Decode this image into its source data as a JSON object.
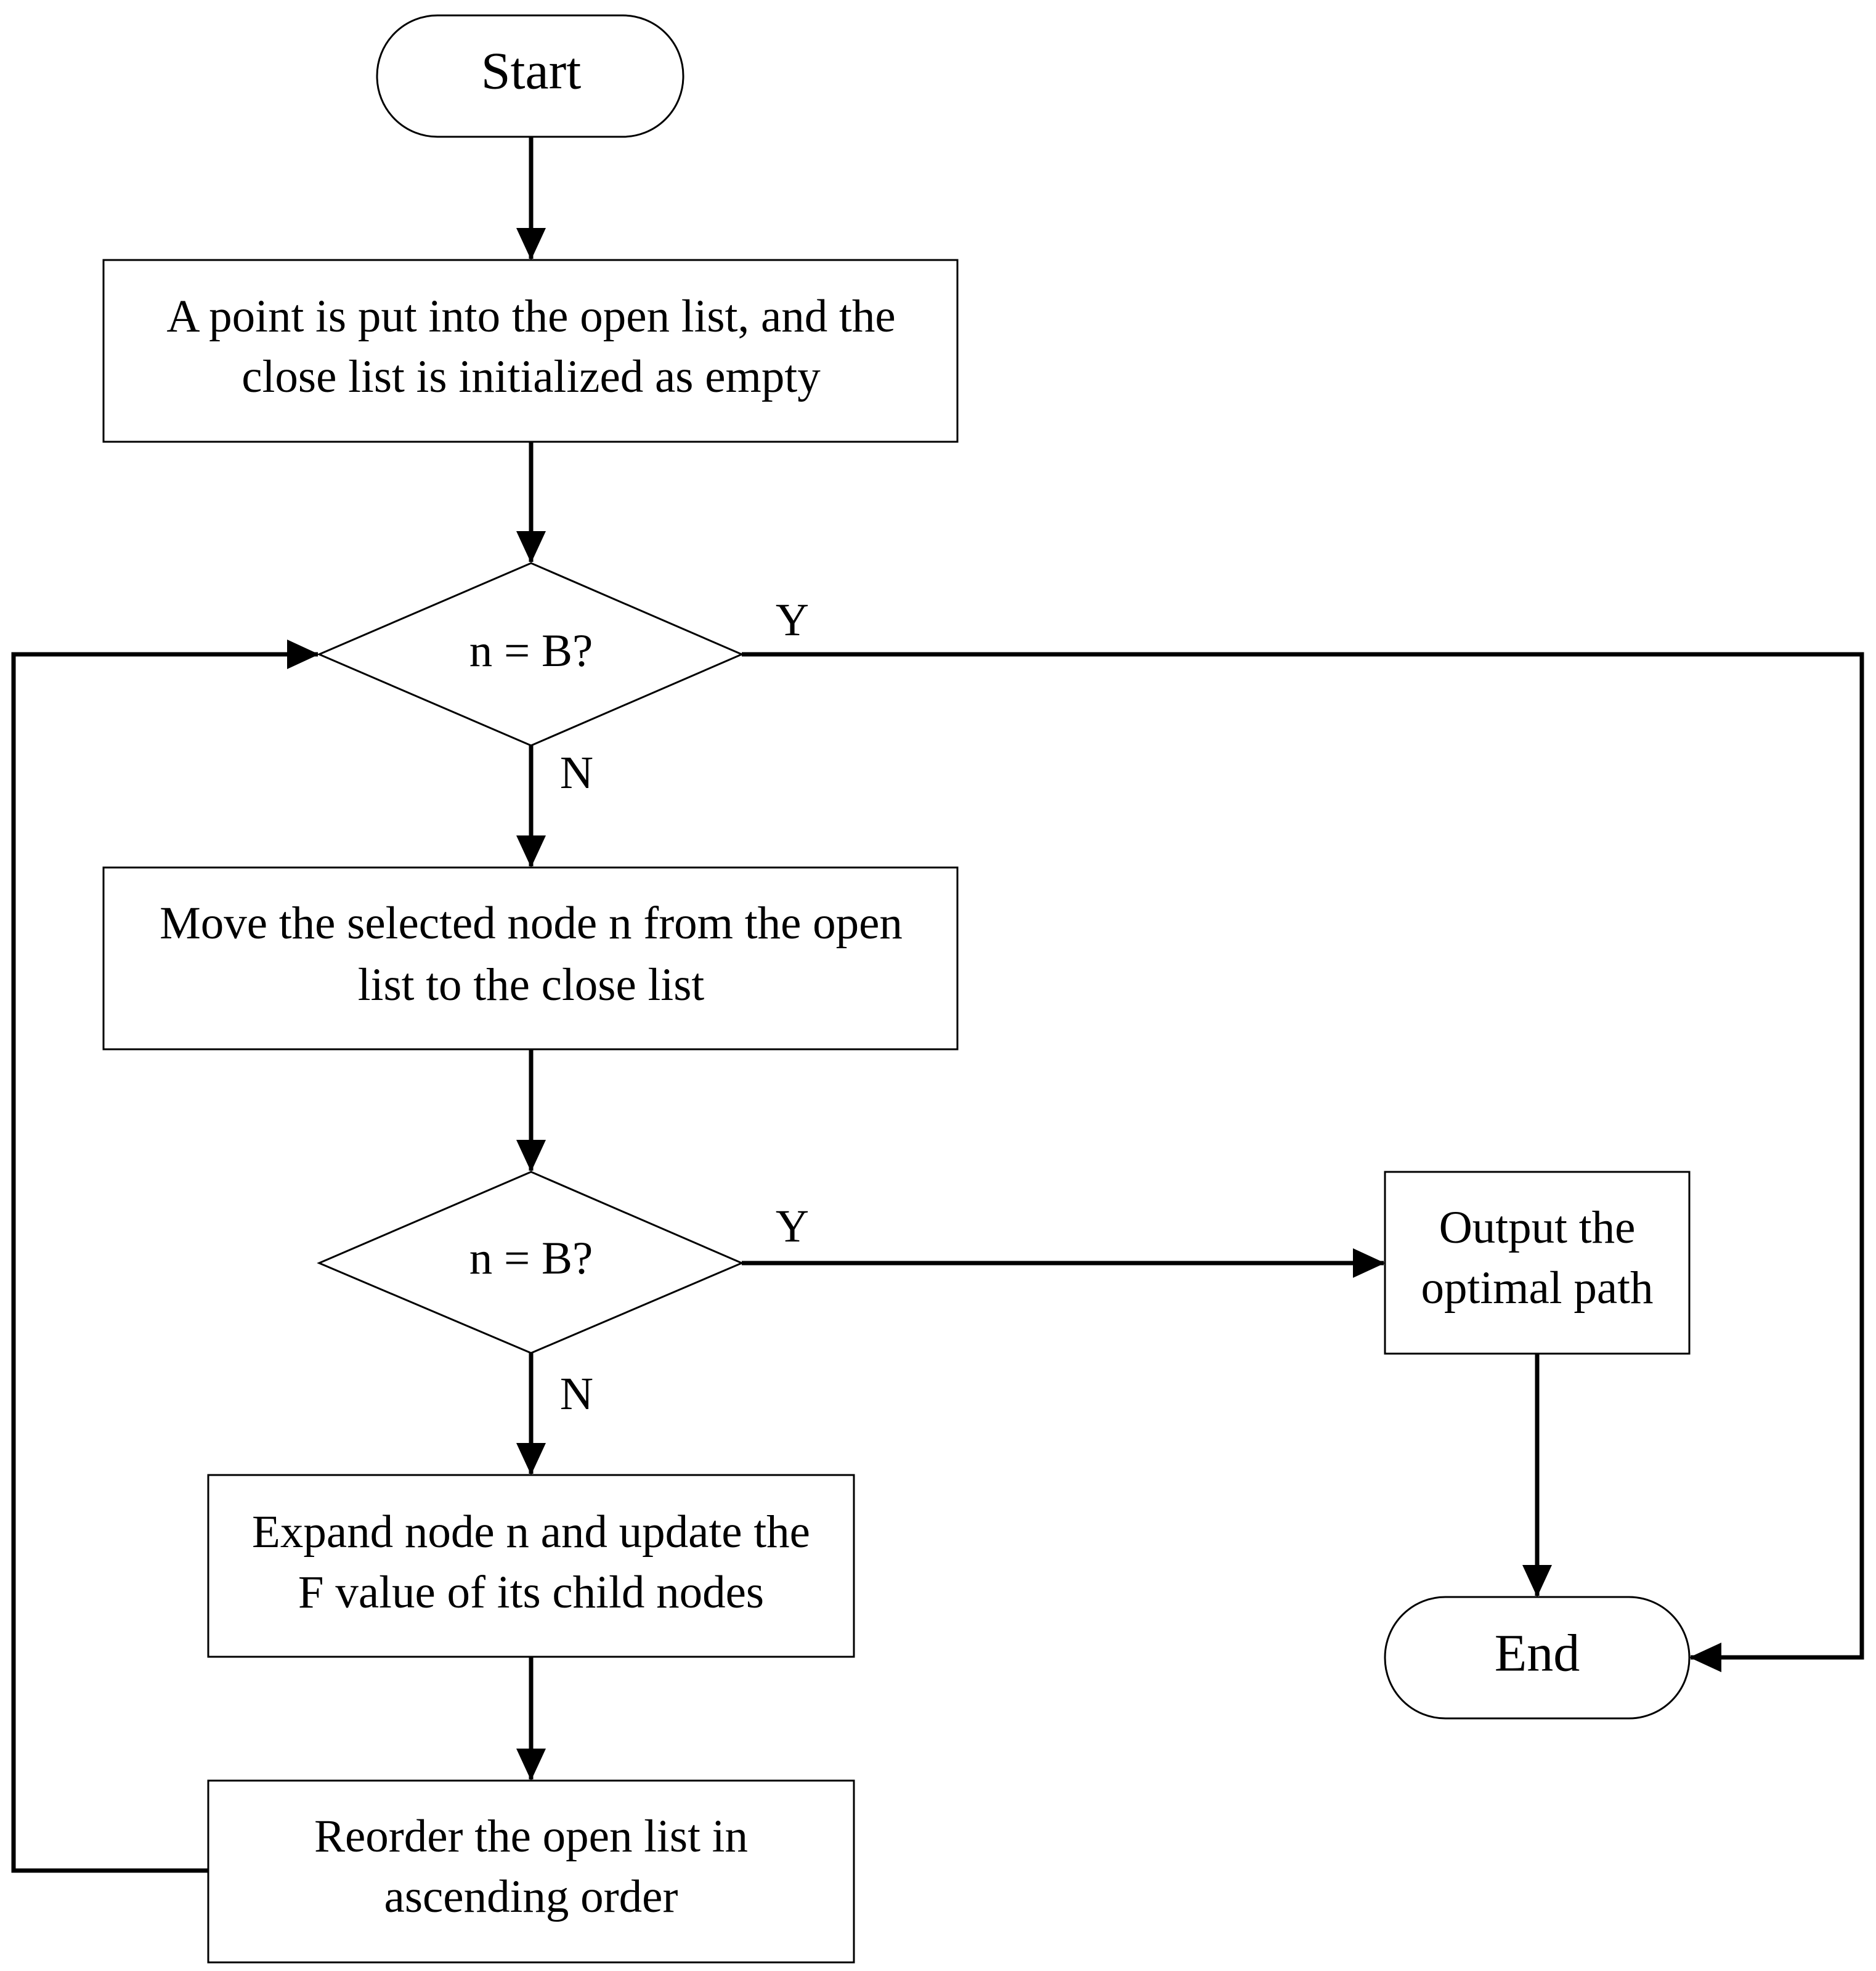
{
  "nodes": {
    "start": {
      "label": "Start"
    },
    "init": {
      "lines": [
        "A point is put into the open list, and the",
        "close list is initialized as empty"
      ]
    },
    "decision1": {
      "label": "n = B?"
    },
    "move": {
      "lines": [
        "Move the selected node n from the open",
        "list to the close list"
      ]
    },
    "decision2": {
      "label": "n = B?"
    },
    "expand": {
      "lines": [
        "Expand node n and update the",
        "F value of its child nodes"
      ]
    },
    "reorder": {
      "lines": [
        "Reorder the open list in",
        "ascending order"
      ]
    },
    "output": {
      "lines": [
        "Output the",
        "optimal path"
      ]
    },
    "end": {
      "label": "End"
    }
  },
  "edge_labels": {
    "decision1_yes": "Y",
    "decision1_no": "N",
    "decision2_yes": "Y",
    "decision2_no": "N"
  }
}
